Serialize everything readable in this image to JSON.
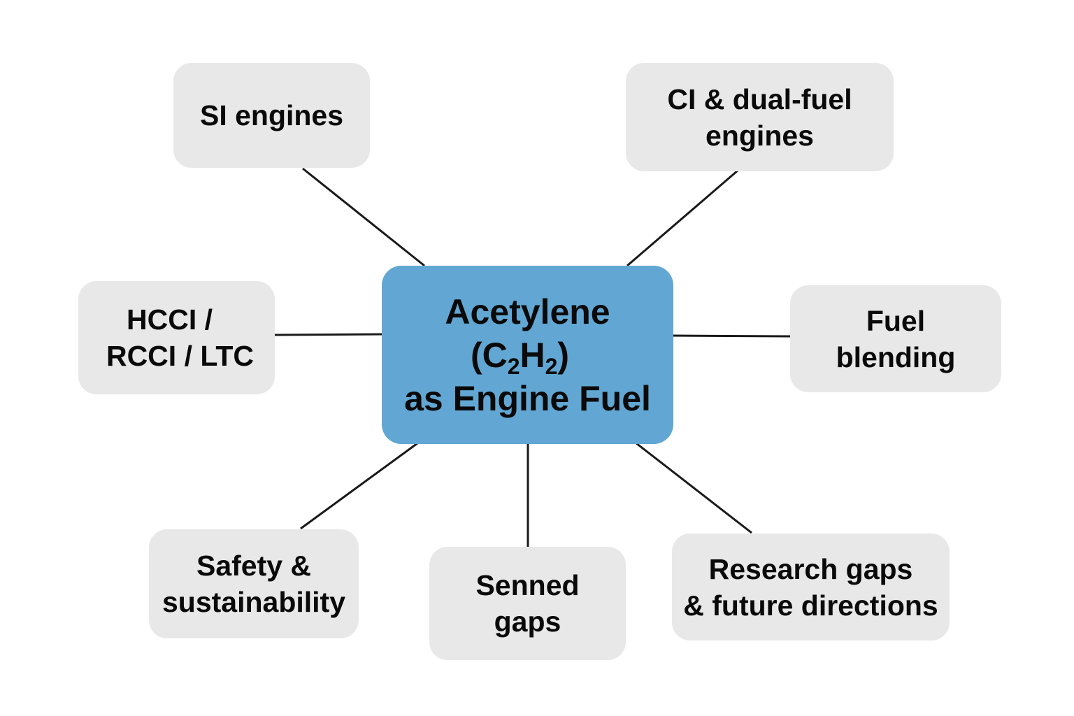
{
  "center": {
    "title_line1": "Acetylene",
    "formula_open": "(C",
    "formula_sub1": "2",
    "formula_mid": "H",
    "formula_sub2": "2",
    "formula_close": ")",
    "title_line3": "as Engine Fuel",
    "color": "#62a7d3"
  },
  "nodes": {
    "si": {
      "lines": [
        "SI engines"
      ]
    },
    "ci": {
      "lines": [
        "CI & dual-fuel",
        "engines"
      ]
    },
    "hcci": {
      "lines": [
        "HCCI /",
        "RCCI / LTC"
      ]
    },
    "blending": {
      "lines": [
        "Fuel",
        "blending"
      ]
    },
    "safety": {
      "lines": [
        "Safety &",
        "sustainability"
      ]
    },
    "senned": {
      "lines": [
        "Senned",
        "gaps"
      ]
    },
    "research": {
      "lines": [
        "Research gaps",
        "& future directions"
      ]
    }
  },
  "node_color": "#e8e8e8",
  "edge_color": "#1a1a1a"
}
